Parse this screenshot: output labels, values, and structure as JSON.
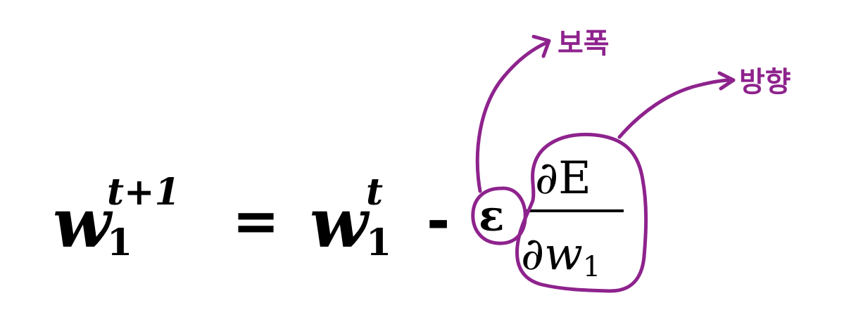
{
  "formula": {
    "lhs": {
      "base": "w",
      "superscript": "t+1",
      "subscript": "1"
    },
    "equals": "=",
    "rhs": {
      "base": "w",
      "superscript": "t",
      "subscript": "1"
    },
    "minus": "-",
    "learning_rate_symbol": "ε",
    "gradient": {
      "numerator_partial": "∂",
      "numerator_var": "E",
      "denominator_partial": "∂",
      "denominator_var": "w",
      "denominator_sub": "1"
    }
  },
  "annotations": {
    "step_size_label": "보폭",
    "direction_label": "방향",
    "color": "#8e238d"
  }
}
